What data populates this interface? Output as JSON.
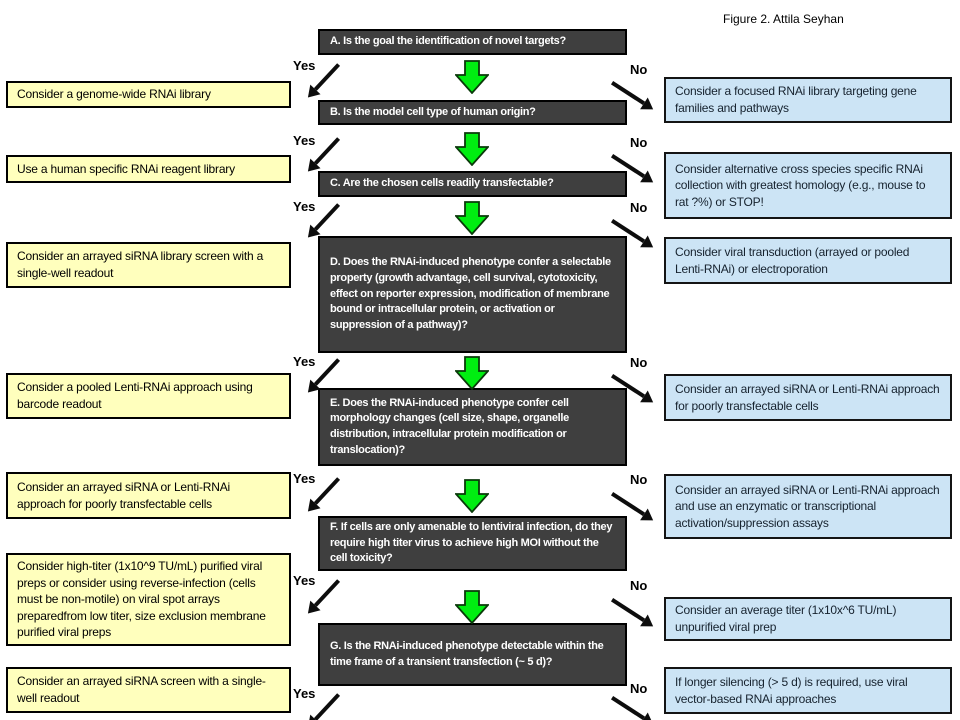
{
  "title": "Figure 2. Attila Seyhan",
  "labels": {
    "yes": "Yes",
    "no": "No"
  },
  "colors": {
    "question_box_bg": "#3f3f3f",
    "question_box_text": "#ffffff",
    "left_box_bg": "#ffffbd",
    "right_box_bg": "#cce4f5",
    "box_border": "#000000",
    "green_arrow": "#00ee11",
    "black_arrow": "#0d0d0d",
    "background": "#ffffff"
  },
  "questions": [
    "A. Is the goal the identification of novel targets?",
    "B. Is the model cell type of human origin?",
    "C. Are the chosen cells readily transfectable?",
    "D. Does the RNAi-induced phenotype confer a selectable property (growth advantage, cell survival, cytotoxicity, effect on reporter expression, modification of membrane bound or intracellular protein, or activation or suppression of a pathway)?",
    "E. Does the RNAi-induced phenotype confer cell morphology changes (cell size, shape, organelle distribution, intracellular protein modification or translocation)?",
    "F. If cells are only amenable to lentiviral infection, do they require high titer virus to achieve high MOI without the cell toxicity?",
    "G. Is the RNAi-induced phenotype detectable within the time frame of a transient transfection (~ 5 d)?"
  ],
  "left_boxes": [
    "Consider a genome-wide RNAi library",
    "Use a human specific RNAi reagent library",
    "Consider an arrayed siRNA library screen with a single-well readout",
    "Consider a pooled Lenti-RNAi approach using barcode readout",
    "Consider an arrayed siRNA or Lenti-RNAi approach for poorly transfectable cells",
    "Consider high-titer (1x10^9 TU/mL) purified viral preps or consider using reverse-infection (cells must be non-motile)  on viral spot arrays preparedfrom low titer, size exclusion membrane purified viral preps",
    "Consider an arrayed siRNA screen with a single-well readout"
  ],
  "right_boxes": [
    "Consider a focused RNAi library targeting gene families and pathways",
    "Consider alternative cross species specific RNAi collection with greatest homology (e.g., mouse to rat ?%) or STOP!",
    "Consider viral transduction (arrayed or pooled Lenti-RNAi) or electroporation",
    "Consider an arrayed siRNA or Lenti-RNAi approach for poorly transfectable cells",
    "Consider an arrayed siRNA or Lenti-RNAi approach and use an enzymatic or transcriptional activation/suppression assays",
    "Consider an average titer (1x10x^6 TU/mL) unpurified viral prep",
    "If longer silencing (> 5 d) is required, use viral vector-based RNAi approaches"
  ]
}
